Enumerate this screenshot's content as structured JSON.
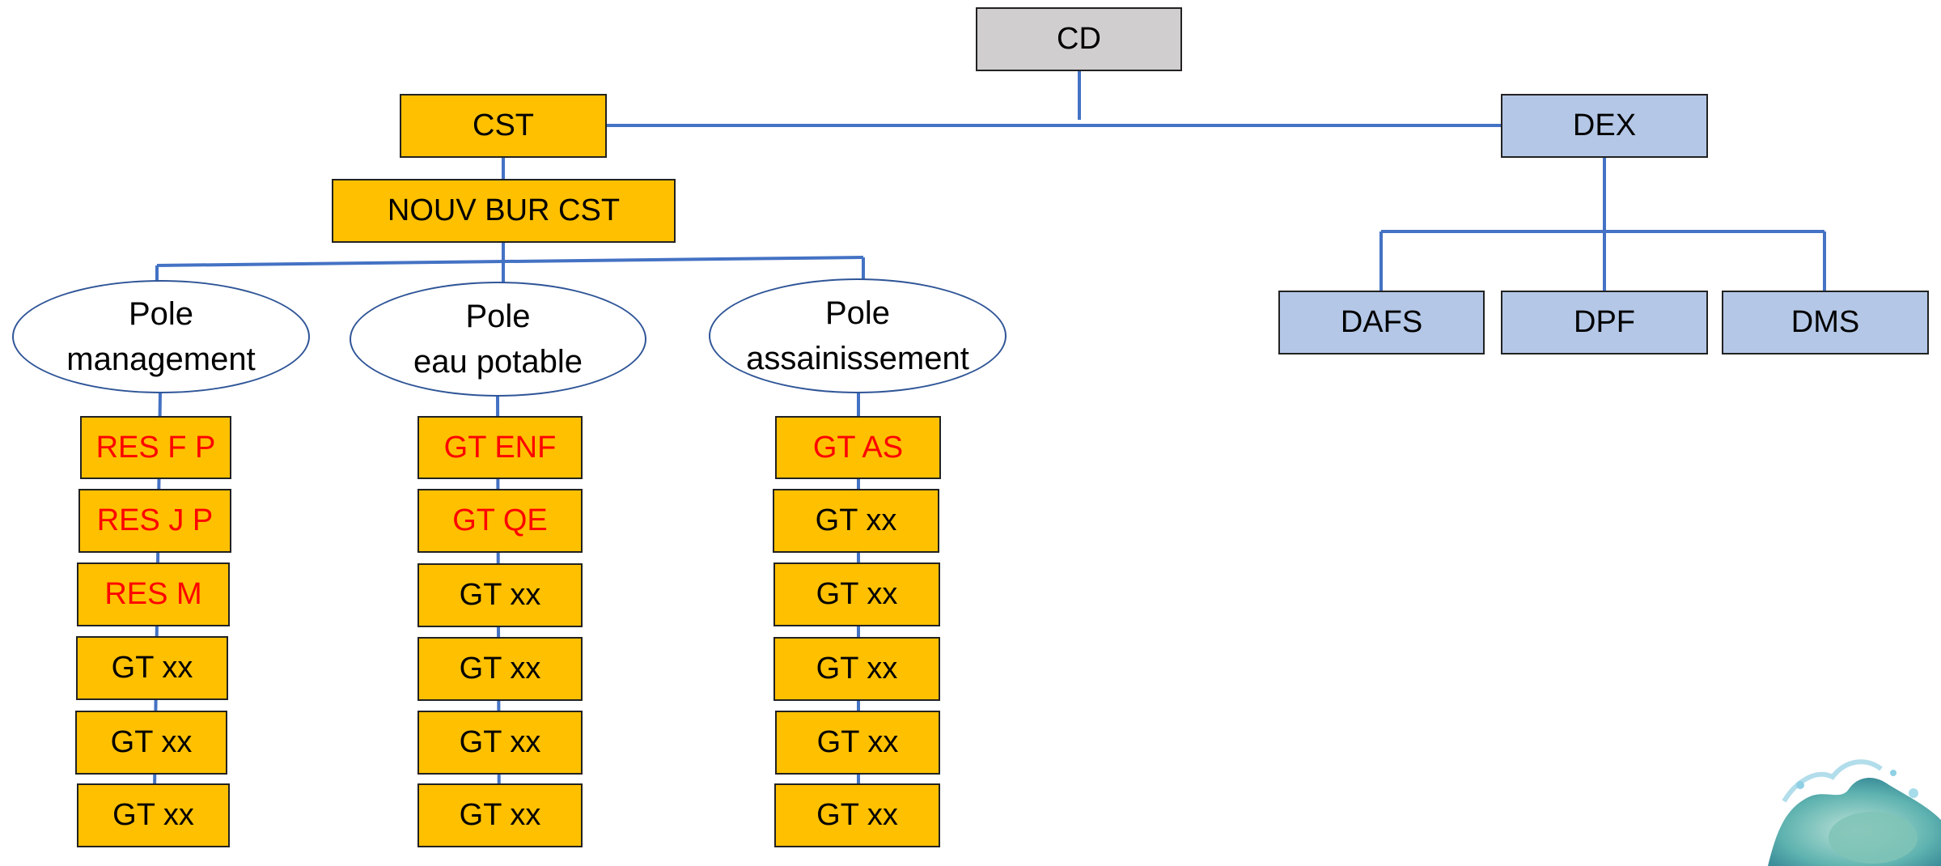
{
  "top": {
    "cd": "CD",
    "cst": "CST",
    "dex": "DEX",
    "nouv_bur_cst": "NOUV BUR CST"
  },
  "dex_children": [
    "DAFS",
    "DPF",
    "DMS"
  ],
  "poles": [
    {
      "line1": "Pole",
      "line2": "management",
      "groups": [
        {
          "label": "RES F P",
          "highlight": true
        },
        {
          "label": "RES J P",
          "highlight": true
        },
        {
          "label": "RES M",
          "highlight": true
        },
        {
          "label": "GT xx",
          "highlight": false
        },
        {
          "label": "GT xx",
          "highlight": false
        },
        {
          "label": "GT xx",
          "highlight": false
        }
      ]
    },
    {
      "line1": "Pole",
      "line2": "eau potable",
      "groups": [
        {
          "label": "GT ENF",
          "highlight": true
        },
        {
          "label": "GT QE",
          "highlight": true
        },
        {
          "label": "GT xx",
          "highlight": false
        },
        {
          "label": "GT xx",
          "highlight": false
        },
        {
          "label": "GT xx",
          "highlight": false
        },
        {
          "label": "GT xx",
          "highlight": false
        }
      ]
    },
    {
      "line1": "Pole",
      "line2": "assainissement",
      "groups": [
        {
          "label": "GT AS",
          "highlight": true
        },
        {
          "label": "GT xx",
          "highlight": false
        },
        {
          "label": "GT xx",
          "highlight": false
        },
        {
          "label": "GT xx",
          "highlight": false
        },
        {
          "label": "GT xx",
          "highlight": false
        },
        {
          "label": "GT xx",
          "highlight": false
        }
      ]
    }
  ],
  "colors": {
    "connector": "#4472c4",
    "orange_box": "#ffc000",
    "blue_box": "#b4c7e7",
    "grey_box": "#d0cece",
    "highlight_text": "#ff0000"
  }
}
